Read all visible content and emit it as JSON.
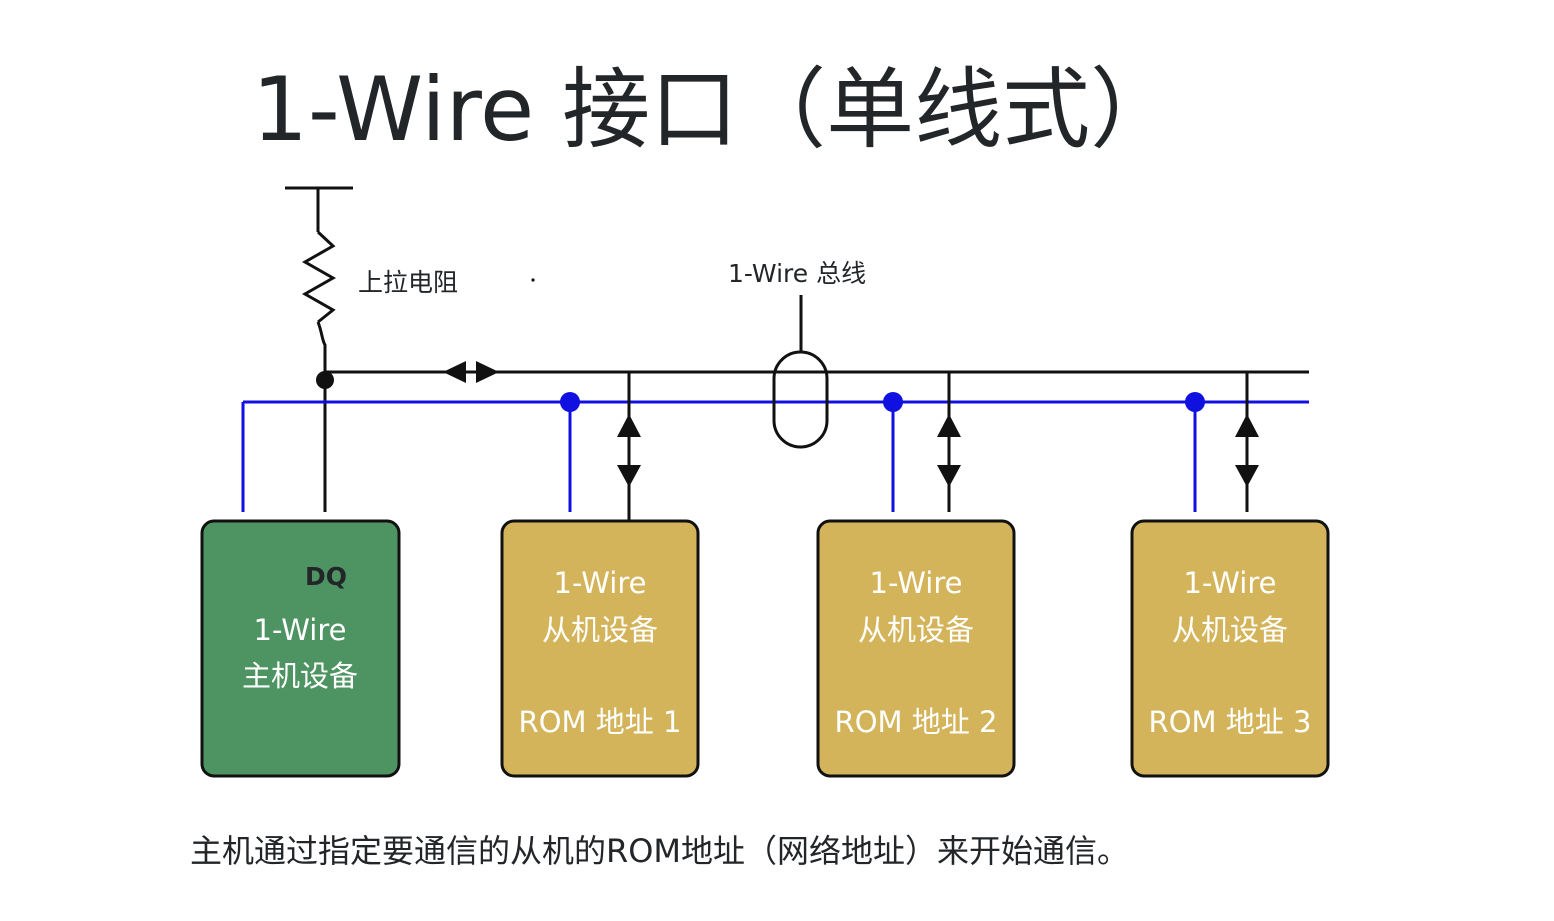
{
  "title": "1-Wire 接口（单线式）",
  "labels": {
    "pullup": "上拉电阻",
    "bus": "1-Wire 总线",
    "dq": "DQ"
  },
  "master": {
    "line1": "1-Wire",
    "line2": "主机设备",
    "color": "#4e9462"
  },
  "slaves": [
    {
      "line1": "1-Wire",
      "line2": "从机设备",
      "rom": "ROM 地址 1"
    },
    {
      "line1": "1-Wire",
      "line2": "从机设备",
      "rom": "ROM 地址 2"
    },
    {
      "line1": "1-Wire",
      "line2": "从机设备",
      "rom": "ROM 地址 3"
    }
  ],
  "caption": "主机通过指定要通信的从机的ROM地址（网络地址）来开始通信。",
  "colors": {
    "slave_fill": "#d4b45a",
    "ground_line": "#1010e0",
    "bus_line": "#111111",
    "text": "#222629"
  }
}
